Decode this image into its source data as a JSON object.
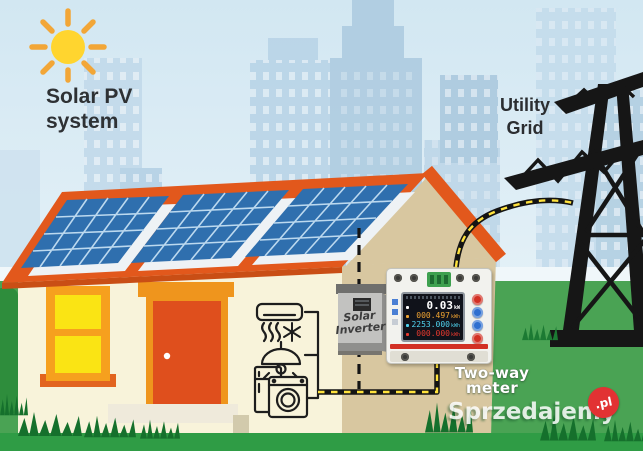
{
  "labels": {
    "solar_pv": {
      "line1": "Solar PV",
      "line2": "system"
    },
    "utility_grid": {
      "line1": "Utility",
      "line2": "Grid"
    },
    "inverter": {
      "line1": "Solar",
      "line2": "Inverter"
    },
    "two_way": {
      "line1": "Two-way",
      "line2": "meter"
    }
  },
  "watermark": {
    "text": "Sprzedajemy",
    "badge": ".pl"
  },
  "meter": {
    "rows": [
      {
        "value": "0.03",
        "unit": "kW",
        "color": "#ffffff"
      },
      {
        "value": "000.497",
        "unit": "kWh",
        "color": "#f0a432"
      },
      {
        "value": "2253.000",
        "unit": "kWh",
        "color": "#4fd2ee"
      },
      {
        "value": "000.000",
        "unit": "kWh",
        "color": "#e8392e"
      }
    ]
  },
  "icons": [
    "sun-icon",
    "air-conditioner-icon",
    "heat-waves-icon",
    "snowflake-icon",
    "pendant-lamp-icon",
    "refrigerator-icon",
    "washing-machine-icon",
    "solar-panel",
    "transmission-tower-icon",
    "two-way-meter-device",
    "solar-inverter-device"
  ],
  "colors": {
    "sky": "#d2e7f2",
    "field_green": "#4aa354",
    "grass_strip": "#2f9c45",
    "roof_orange": "#e2581c",
    "wall_cream": "#f8f3da",
    "gable_tan": "#d8c7a0",
    "panel_blue": "#2f6fae",
    "cable_yellow": "#ffe23c",
    "meter_red": "#d23024",
    "badge_red": "#e23233",
    "sun_yellow": "#ffd52f"
  }
}
